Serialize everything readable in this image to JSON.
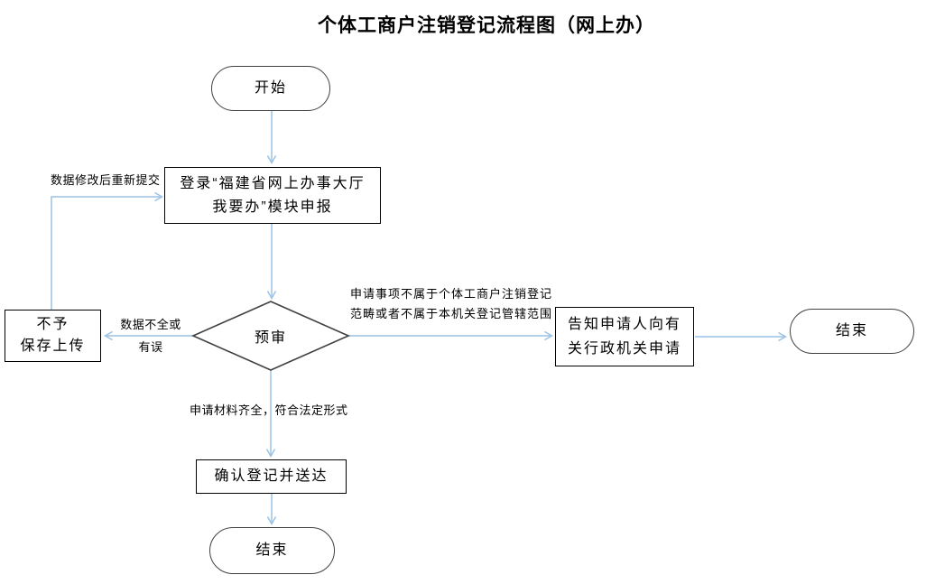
{
  "title": "个体工商户注销登记流程图（网上办）",
  "colors": {
    "arrow": "#9CC2E5",
    "terminator_border": "#404040",
    "process_border": "#000000"
  },
  "nodes": {
    "start": {
      "label": "开始"
    },
    "login": {
      "line1": "登录“福建省网上办事大厅",
      "line2": "我要办”模块申报"
    },
    "review": {
      "label": "预审"
    },
    "reject_upload": {
      "line1": "不予",
      "line2": "保存上传"
    },
    "notify_other_authority": {
      "line1": "告知申请人向有",
      "line2": "关行政机关申请"
    },
    "confirm_register": {
      "label": "确认登记并送达"
    },
    "end_right": {
      "label": "结束"
    },
    "end_bottom": {
      "label": "结束"
    }
  },
  "edge_labels": {
    "resubmit": "数据修改后重新提交",
    "incomplete_line1": "数据不全或",
    "incomplete_line2": "有误",
    "out_of_scope_line1": "申请事项不属于个体工商户注销登记",
    "out_of_scope_line2": "范畴或者不属于本机关登记管辖范围",
    "complete": "申请材料齐全，符合法定形式"
  }
}
